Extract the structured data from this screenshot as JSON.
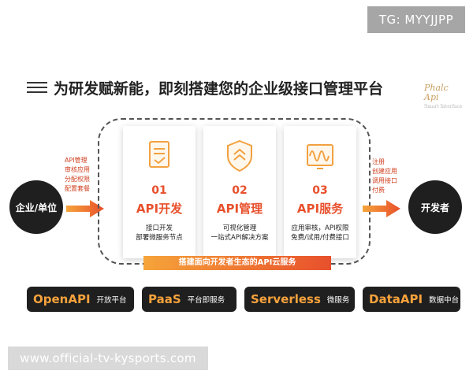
{
  "badge": "TG: MYYJJPP",
  "title": "为研发赋新能，即刻搭建您的企业级接口管理平台",
  "logo": {
    "text": "Phalc Api",
    "sub": "Smart Interface"
  },
  "left_circle": "企业/单位",
  "right_circle": "开发者",
  "left_list": [
    "API管理",
    "审核应用",
    "分配权限",
    "配置套餐"
  ],
  "right_list": [
    "注册",
    "创建应用",
    "调用接口",
    "付费"
  ],
  "cards": [
    {
      "num": "01",
      "name": "API开发",
      "desc": [
        "接口开发",
        "部署微服务节点"
      ]
    },
    {
      "num": "02",
      "name": "API管理",
      "desc": [
        "可视化管理",
        "一站式API解决方案"
      ]
    },
    {
      "num": "03",
      "name": "API服务",
      "desc": [
        "应用审核，API权限",
        "免费/试用/付费接口"
      ]
    }
  ],
  "banner": "搭建面向开发者生态的API云服务",
  "products": [
    {
      "name": "OpenAPI",
      "desc": "开放平台"
    },
    {
      "name": "PaaS",
      "desc": "平台即服务"
    },
    {
      "name": "Serverless",
      "desc": "微服务"
    },
    {
      "name": "DataAPI",
      "desc": "数据中台"
    }
  ],
  "footer_url": "www.official-tv-kysports.com",
  "colors": {
    "accent": "#e8502c",
    "accent_light": "#f7a23c",
    "dark": "#1f1f1f"
  }
}
